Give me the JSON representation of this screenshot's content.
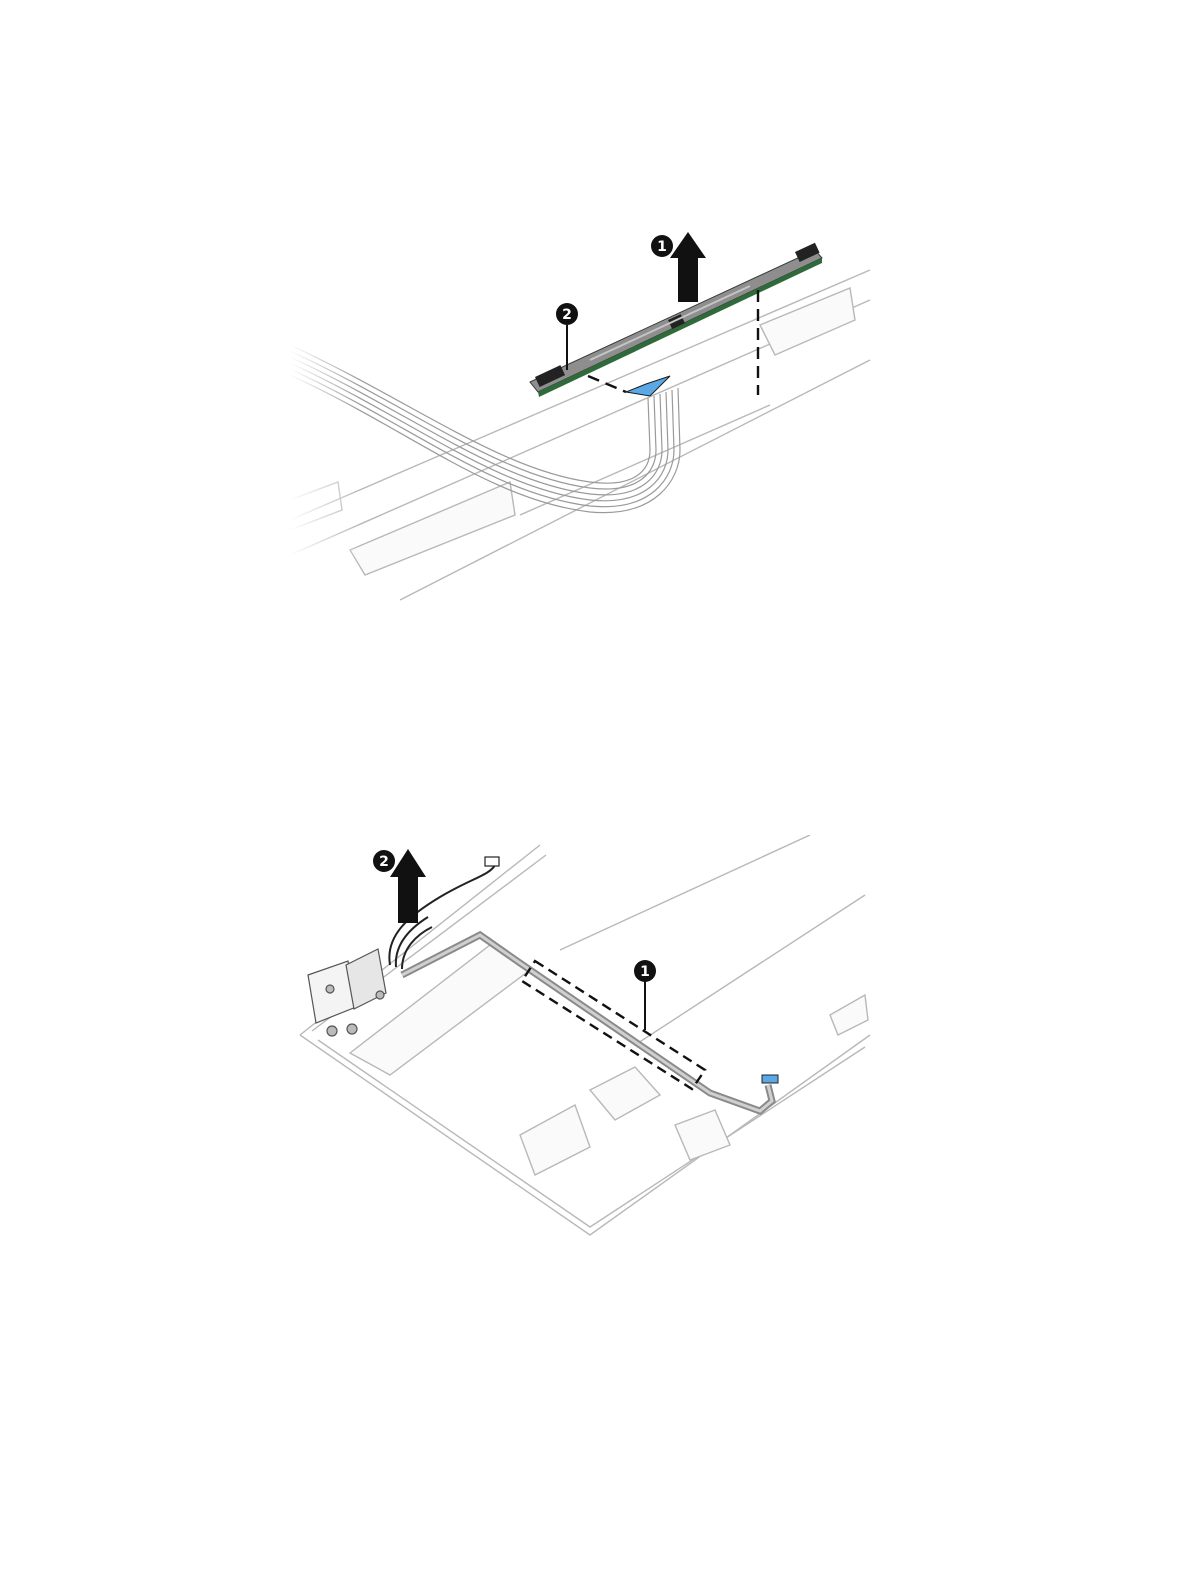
{
  "figures": [
    {
      "callouts": [
        {
          "label": "1",
          "action": "lift-arrow"
        },
        {
          "label": "2",
          "action": "pointer"
        }
      ]
    },
    {
      "callouts": [
        {
          "label": "1",
          "action": "pointer"
        },
        {
          "label": "2",
          "action": "lift-arrow"
        }
      ]
    }
  ],
  "colors": {
    "line": "#b0b0b0",
    "dark": "#111111",
    "board": "#3a3a3a",
    "pcb_edge": "#2f6b3a",
    "cable_tab": "#5aa9e6",
    "shade": "#f1f1f1"
  }
}
